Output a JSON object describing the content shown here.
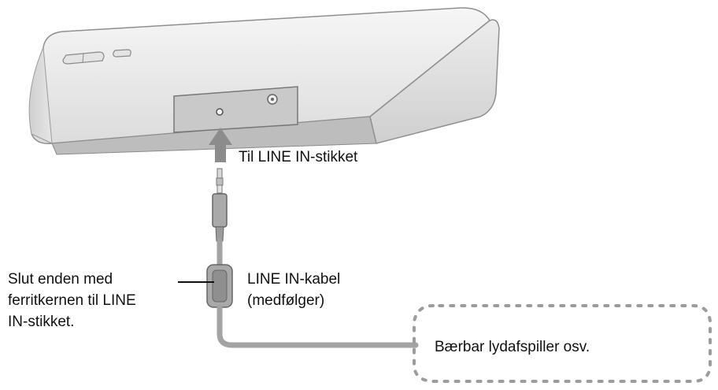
{
  "diagram": {
    "arrow_label": "Til LINE IN-stikket",
    "cable_label": [
      "LINE IN-kabel",
      "(medfølger)"
    ],
    "ferrite_note": [
      "Slut enden med",
      "ferritkernen til LINE",
      "IN-stikket."
    ],
    "device_label": "Bærbar lydafspiller osv."
  }
}
